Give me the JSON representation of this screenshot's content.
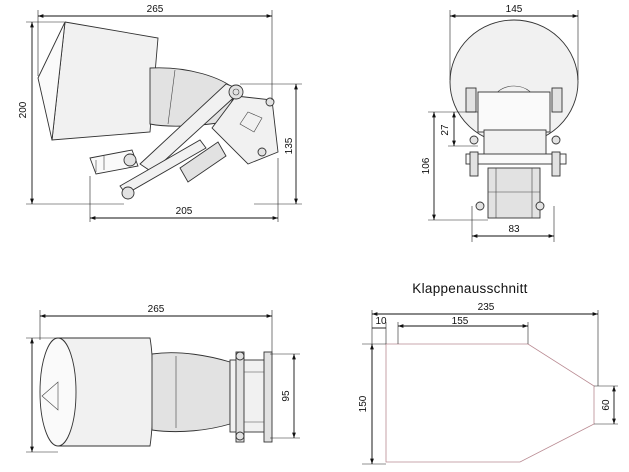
{
  "views": {
    "side": {
      "width": "265",
      "height": "200",
      "bracket_height": "135",
      "bracket_width": "205"
    },
    "front": {
      "width": "145",
      "bracket_height": "27",
      "total_height": "106",
      "base_width": "83"
    },
    "top": {
      "width": "265",
      "depth": "95"
    },
    "cutout": {
      "title": "Klappenausschnitt",
      "total_width": "235",
      "offset": "10",
      "top_width": "155",
      "height": "150",
      "outlet_height": "60"
    }
  }
}
